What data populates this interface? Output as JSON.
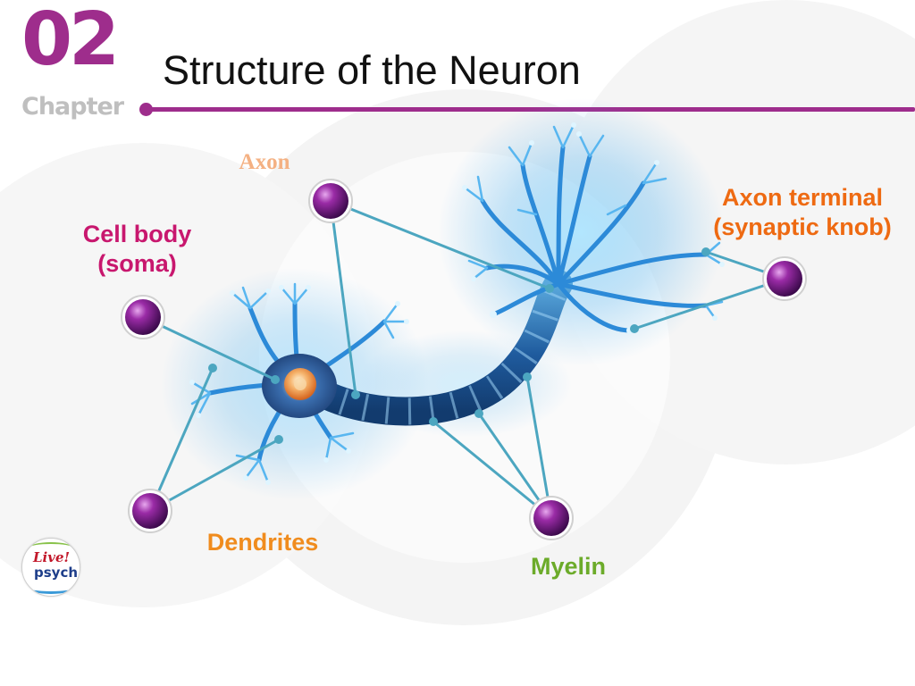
{
  "colors": {
    "brand": "#9e2d8c",
    "muted": "#bfbfbf",
    "title": "#111111",
    "connector": "#4ca6c0",
    "knob": "#7a1f8a",
    "neuron": "#1e88d8",
    "glow": "#7fd0ff",
    "nucleus": "#f08a2a"
  },
  "header": {
    "chapter_number": "02",
    "chapter_word": "Chapter",
    "title": "Structure of the Neuron"
  },
  "labels": {
    "axon": {
      "text": "Axon",
      "color": "#f4b183"
    },
    "cell_body": {
      "lines": [
        "Cell body",
        "(soma)"
      ],
      "color": "#c8176e"
    },
    "axon_terminal": {
      "lines": [
        "Axon terminal",
        "(synaptic knob)"
      ],
      "color": "#ee6a12"
    },
    "dendrites": {
      "text": "Dendrites",
      "color": "#f08c1e"
    },
    "myelin": {
      "text": "Myelin",
      "color": "#6cab2a"
    }
  },
  "icons": {
    "neuron": "neuron-illustration-icon",
    "knob": "purple-sphere-marker-icon",
    "logo": "live-psych-logo-icon"
  },
  "logo": {
    "line1": "Live!",
    "line2": "psych"
  }
}
